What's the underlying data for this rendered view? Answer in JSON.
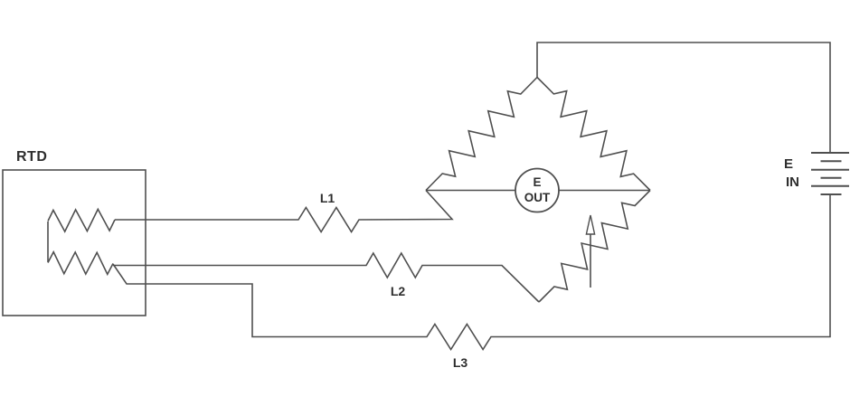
{
  "diagram": {
    "kind": "circuit-schematic",
    "description": "Three-wire RTD connected to a Wheatstone bridge with balancing variable resistor, bridge output meter and excitation battery",
    "labels": {
      "rtd": "RTD",
      "l1": "L1",
      "l2": "L2",
      "l3": "L3",
      "meter_e": "E",
      "meter_out": "OUT",
      "source_e": "E",
      "source_in": "IN"
    },
    "components": {
      "rtd_box": "RTD sensor enclosure with two-section resistive element",
      "lead_resistors": [
        "L1",
        "L2",
        "L3"
      ],
      "bridge": "diamond bridge with two fixed arms and one variable arm",
      "variable_arm": "variable resistor with upward wiper arrow",
      "output_meter": "E OUT circular meter across bridge midpoints",
      "excitation_source": "E IN multi-cell battery"
    },
    "colors": {
      "wire": "#4f4f4f",
      "text": "#2e2e2e",
      "background": "#ffffff"
    }
  }
}
